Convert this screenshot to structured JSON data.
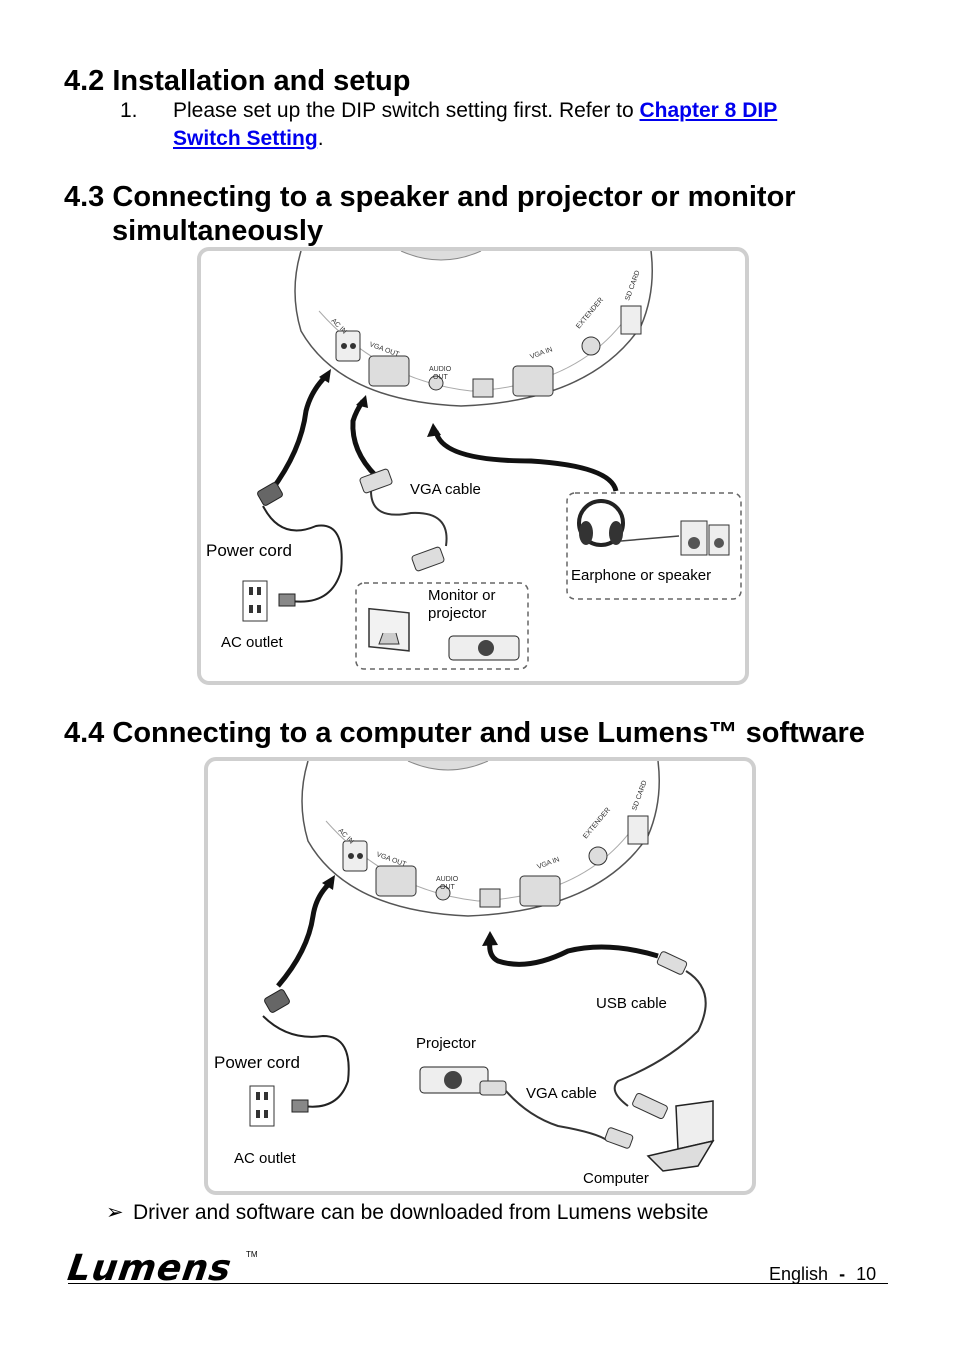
{
  "section_42": {
    "heading": "4.2 Installation and setup",
    "step_number": "1.",
    "step_text": "Please set up the DIP switch setting first. Refer to ",
    "link_text_1": "Chapter 8 DIP ",
    "link_text_2": "Switch Setting",
    "period": "."
  },
  "section_43": {
    "heading_line1": "4.3 Connecting to a speaker and projector or monitor",
    "heading_line2": "simultaneously",
    "diagram": {
      "port_ac_in": "AC IN",
      "port_vga_out": "VGA OUT",
      "port_audio_out_1": "AUDIO",
      "port_audio_out_2": "OUT",
      "port_vga_in": "VGA IN",
      "port_extender": "EXTENDER",
      "port_sd_card": "SD CARD",
      "vga_cable": "VGA cable",
      "power_cord": "Power cord",
      "ac_outlet": "AC outlet",
      "monitor_line1": "Monitor or",
      "monitor_line2": "projector",
      "earphone": "Earphone or speaker"
    }
  },
  "section_44": {
    "heading": "4.4 Connecting to a computer and use Lumens™ software",
    "diagram": {
      "port_ac_in": "AC IN",
      "port_vga_out": "VGA OUT",
      "port_audio_out_1": "AUDIO",
      "port_audio_out_2": "OUT",
      "port_vga_in": "VGA IN",
      "port_extender": "EXTENDER",
      "port_sd_card": "SD CARD",
      "usb_cable": "USB cable",
      "projector": "Projector",
      "power_cord": "Power cord",
      "vga_cable": "VGA cable",
      "ac_outlet": "AC outlet",
      "computer": "Computer"
    },
    "bullet_symbol": "➢",
    "bullet_text": "Driver and software can be downloaded from Lumens website"
  },
  "footer": {
    "logo": "Lumens",
    "trademark": "TM",
    "language": "English",
    "separator": "-",
    "page_number": "10"
  }
}
